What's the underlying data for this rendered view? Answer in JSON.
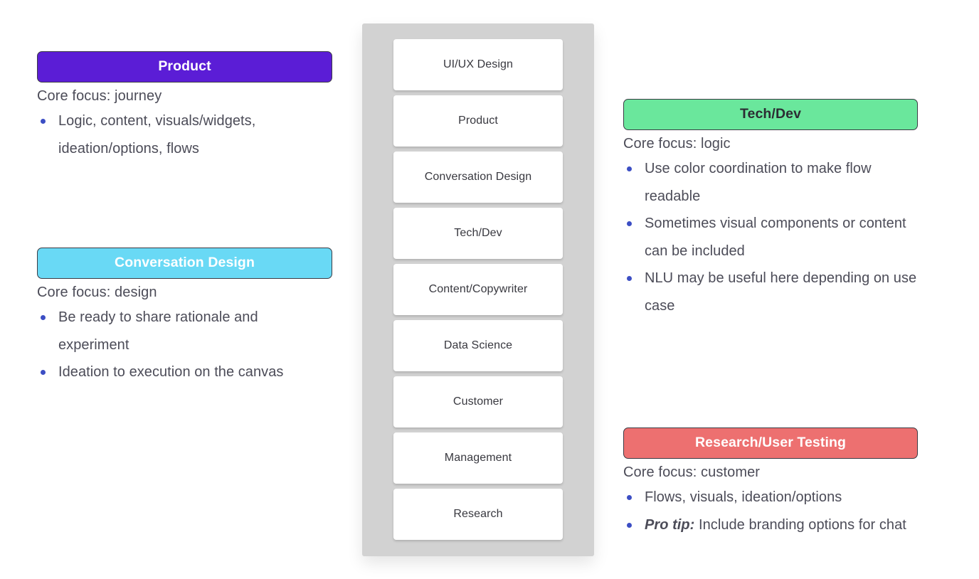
{
  "slide": {
    "top_cut_text": "",
    "accent_colors": {
      "product_purple": "#5B1DD6",
      "conversation_cyan": "#69D9F5",
      "tech_green": "#6AE79C",
      "research_red": "#ED7070",
      "panel_grey": "#D2D2D2",
      "bullet_blue": "#3C4EC4",
      "body_text": "#4C4C58"
    }
  },
  "blocks": [
    {
      "id": "product",
      "title": "Product",
      "pill_color": "#5B1DD6",
      "pill_text_color": "#FFFFFF",
      "core_focus": "Core focus: journey",
      "bullets": [
        {
          "lead": "",
          "text": "Logic, content, visuals/widgets, ideation/options, flows"
        }
      ]
    },
    {
      "id": "conversation-design",
      "title": "Conversation Design",
      "pill_color": "#69D9F5",
      "pill_text_color": "#FFFFFF",
      "core_focus": "Core focus: design",
      "bullets": [
        {
          "lead": "",
          "text": "Be ready to share rationale and experiment"
        },
        {
          "lead": "",
          "text": "Ideation to execution on the canvas"
        }
      ]
    },
    {
      "id": "tech-dev",
      "title": "Tech/Dev",
      "pill_color": "#6AE79C",
      "pill_text_color": "#2C2C33",
      "core_focus": "Core focus: logic",
      "bullets": [
        {
          "lead": "",
          "text": "Use color coordination to make flow readable"
        },
        {
          "lead": "",
          "text": "Sometimes visual components or content can be included"
        },
        {
          "lead": "",
          "text": "NLU may be useful here depending on use case"
        }
      ]
    },
    {
      "id": "research-user-testing",
      "title": "Research/User Testing",
      "pill_color": "#ED7070",
      "pill_text_color": "#FFFFFF",
      "core_focus": "Core focus: customer",
      "bullets": [
        {
          "lead": "",
          "text": "Flows, visuals, ideation/options"
        },
        {
          "lead": "Pro tip:",
          "text": "Include branding options for chat"
        }
      ]
    }
  ],
  "roles_panel": {
    "cards": [
      {
        "label": "UI/UX Design"
      },
      {
        "label": "Product"
      },
      {
        "label": "Conversation Design"
      },
      {
        "label": "Tech/Dev"
      },
      {
        "label": "Content/Copywriter"
      },
      {
        "label": "Data Science"
      },
      {
        "label": "Customer"
      },
      {
        "label": "Management"
      },
      {
        "label": "Research"
      }
    ]
  }
}
